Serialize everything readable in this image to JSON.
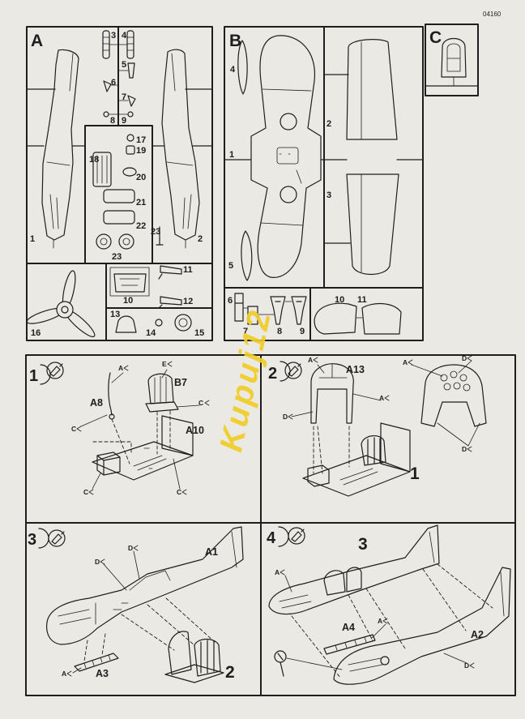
{
  "sheet": {
    "code": "04160",
    "watermark": "Kupuj12"
  },
  "sprue_a": {
    "label": "A",
    "parts": [
      "3",
      "4",
      "5",
      "6",
      "7",
      "8",
      "9",
      "17",
      "19",
      "18",
      "20",
      "21",
      "22",
      "23",
      "1",
      "2",
      "23",
      "10",
      "11",
      "12",
      "13",
      "14",
      "15",
      "16"
    ]
  },
  "sprue_b": {
    "label": "B",
    "parts": [
      "4",
      "2",
      "1",
      "3",
      "5",
      "6",
      "7",
      "8",
      "9",
      "10",
      "11"
    ]
  },
  "sprue_c": {
    "label": "C"
  },
  "steps": [
    {
      "number": "1",
      "parts": [
        "A8",
        "B7",
        "A10"
      ],
      "callouts": [
        "A",
        "E",
        "C",
        "C",
        "C",
        "C"
      ]
    },
    {
      "number": "2",
      "parts": [
        "A13",
        "1"
      ],
      "callouts": [
        "A",
        "A",
        "D",
        "A",
        "D",
        "D"
      ]
    },
    {
      "number": "3",
      "parts": [
        "A1",
        "A3",
        "2"
      ],
      "callouts": [
        "D",
        "D",
        "A"
      ]
    },
    {
      "number": "4",
      "parts": [
        "3",
        "A4",
        "A2"
      ],
      "callouts": [
        "A",
        "A",
        "D"
      ]
    }
  ],
  "icons": {
    "step_icon": "glue-tube-icon",
    "tool_icon": "screwdriver-icon"
  },
  "colors": {
    "paper": "#ebe9e4",
    "ink": "#1e1e1e",
    "watermark": "#f1cd28"
  }
}
